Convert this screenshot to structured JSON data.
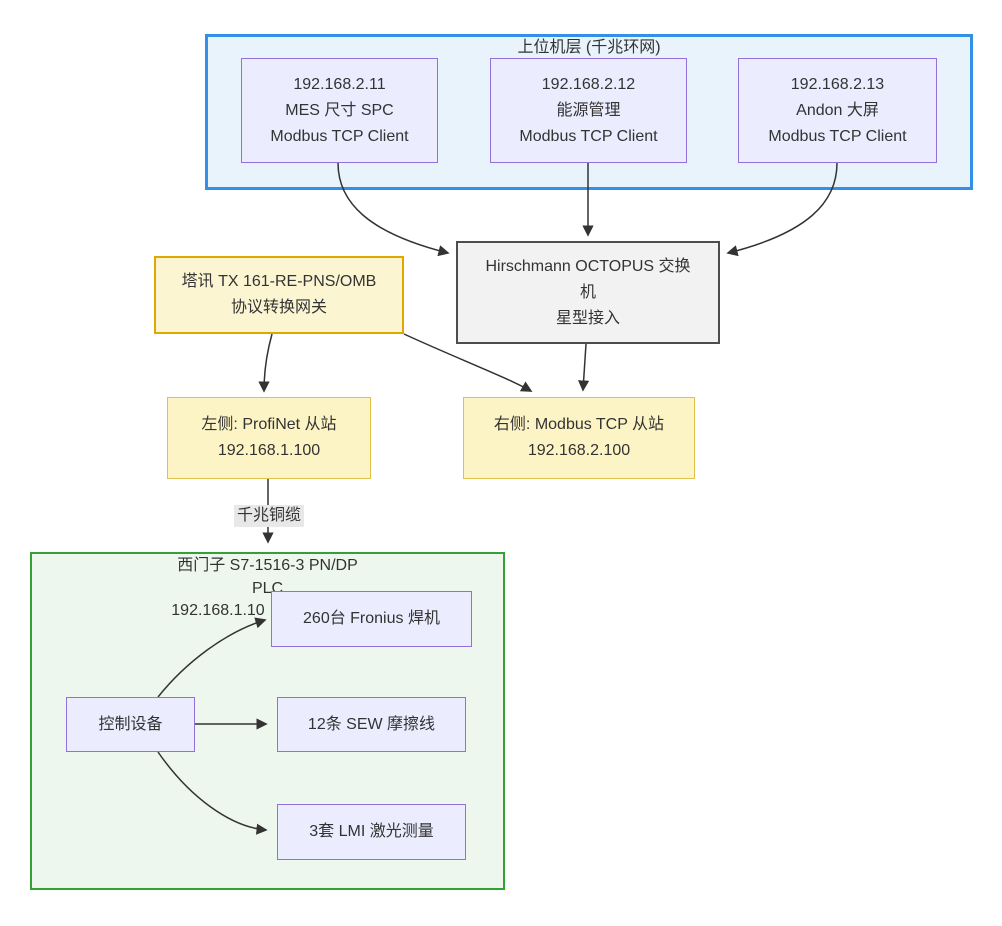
{
  "diagram": {
    "clusters": {
      "upper": {
        "label": "上位机层 (千兆环网)"
      },
      "plc": {
        "label_line1": "西门子 S7-1516-3 PN/DP",
        "label_line2": "PLC",
        "label_line3": "192.168.1.10"
      }
    },
    "nodes": {
      "mes": {
        "line1": "192.168.2.11",
        "line2": "MES 尺寸 SPC",
        "line3": "Modbus TCP Client"
      },
      "energy": {
        "line1": "192.168.2.12",
        "line2": "能源管理",
        "line3": "Modbus TCP Client"
      },
      "andon": {
        "line1": "192.168.2.13",
        "line2": "Andon 大屏",
        "line3": "Modbus TCP Client"
      },
      "switch": {
        "line1": "Hirschmann OCTOPUS 交换",
        "line2": "机",
        "line3": "星型接入"
      },
      "gateway": {
        "line1": "塔讯 TX 161-RE-PNS/OMB",
        "line2": "协议转换网关"
      },
      "profinet_slave": {
        "line1": "左侧: ProfiNet 从站",
        "line2": "192.168.1.100"
      },
      "modbus_slave": {
        "line1": "右侧: Modbus TCP 从站",
        "line2": "192.168.2.100"
      },
      "fronius": {
        "label": "260台 Fronius 焊机"
      },
      "control": {
        "label": "控制设备"
      },
      "sew": {
        "label": "12条 SEW 摩擦线"
      },
      "lmi": {
        "label": "3套 LMI 激光测量"
      }
    },
    "edge_labels": {
      "copper": "千兆铜缆"
    },
    "edges": [
      {
        "from": "mes",
        "to": "switch"
      },
      {
        "from": "energy",
        "to": "switch"
      },
      {
        "from": "andon",
        "to": "switch"
      },
      {
        "from": "gateway",
        "to": "profinet_slave"
      },
      {
        "from": "gateway",
        "to": "modbus_slave"
      },
      {
        "from": "switch",
        "to": "modbus_slave"
      },
      {
        "from": "profinet_slave",
        "to": "plc_cluster",
        "label": "千兆铜缆"
      },
      {
        "from": "control",
        "to": "fronius"
      },
      {
        "from": "control",
        "to": "sew"
      },
      {
        "from": "control",
        "to": "lmi"
      }
    ],
    "colors": {
      "cluster_blue_fill": "#e8f3fc",
      "cluster_blue_border": "#3390e8",
      "cluster_green_fill": "#eef7ee",
      "cluster_green_border": "#33a133",
      "node_purple_fill": "#ECECFF",
      "node_purple_border": "#9370DB",
      "switch_fill": "#f2f2f2",
      "switch_border": "#4d4d4d",
      "gateway_fill": "#fcf5d2",
      "gateway_border": "#dfa700",
      "slave_fill": "#fdf4c5",
      "slave_border": "#dfc14d",
      "edge_color": "#333333",
      "edge_label_bg": "#e8e8e8"
    }
  }
}
